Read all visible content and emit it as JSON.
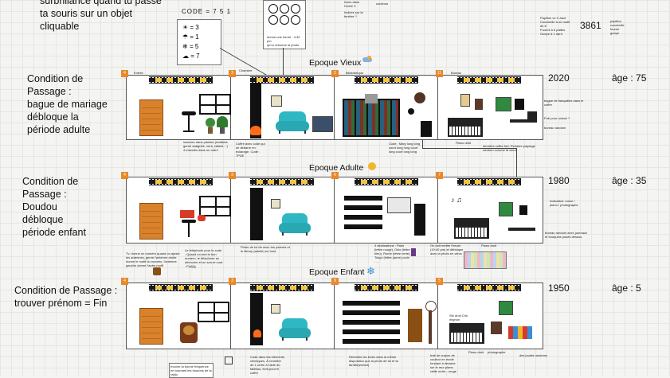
{
  "top_note": {
    "line1": "surbrillance quand tu passe",
    "line2": "ta souris sur un objet",
    "line3": "cliquable"
  },
  "code_note": {
    "title": "CODE = 7 5 1",
    "l1": "= 3",
    "l2": "= 1",
    "l3": "= 5",
    "l4": "= 7"
  },
  "clock_note": {
    "line1": "donne une heure : 4-40 pm",
    "line2": "qd tu retourne la photo"
  },
  "books_note": {
    "l1": "livres dans",
    "l2": "l'ordre 3",
    "l3": "Indices sur la",
    "l4": "fenêtre ?"
  },
  "colors_note": "couleurs",
  "puzzle_note": {
    "l1": "Papillon vs 3 Joué",
    "l2": "Coccinelle à un motif",
    "l3": "de 8",
    "l4": "Fourmi à 6 pattes",
    "l5": "Guepe à 1 dard"
  },
  "code_3861": "3861",
  "side_list": {
    "l1": "papillon",
    "l2": "coccinelle",
    "l3": "fourmi",
    "l4": "guepe"
  },
  "rows": [
    {
      "era": "Epoque Vieux",
      "year": "2020",
      "age": "âge : 75",
      "condition": [
        "Condition de",
        "Passage :",
        "bague de mariage",
        "débloque la",
        "période adulte"
      ],
      "rooms": [
        {
          "num": "4",
          "label": "Entrée"
        },
        {
          "num": "3",
          "label": "Chambre"
        },
        {
          "num": "2",
          "label": "Bibliothèque"
        },
        {
          "num": "11",
          "label": "Bureau"
        }
      ],
      "notes": {
        "n1": "insectes dans plantes (réalistes genre araignée, vers, cafard....) 4 insectes dans un ordre",
        "n2": "Coffre avec code qui se débarre en éclairage, Code : 7PDE",
        "n3": "Code : Mary long long court long long court long court long long",
        "n4": "Piano droit",
        "n5": "dernière coffre fort, Peinture paysage random comme la vieux",
        "n6": "bague de fiançailles dans le coffre",
        "n7": "Pub pour unlock ?",
        "n8": "bureau random"
      }
    },
    {
      "era": "Epoque Adulte",
      "year": "1980",
      "age": "âge : 35",
      "condition": [
        "Condition de",
        "Passage :",
        "Doudou",
        "débloque",
        "période enfant"
      ],
      "rooms": [
        {
          "num": "4",
          "label": ""
        },
        {
          "num": "3",
          "label": ""
        },
        {
          "num": "6",
          "label": ""
        },
        {
          "num": "7",
          "label": ""
        }
      ],
      "notes": {
        "n1": "Tv: donne un numéro quand on ajuste les antennes, genre l'antenne droite donne le motif du numéro, l'antenne gauche donne l'autre motif",
        "n2": "Le téléphone pour le code : Quand on met le bon numéro, le téléphone se décroche et un son en sort : Ρψζβχ",
        "n3": "Photo de toi bb avec tes parents et le library (adulte) en fond",
        "n4": "4 destinations : Paris (lettre rouge), Oslo (lettre bleu), Rome (lettre verte), Tokyo (lettre jaune) code : ...",
        "n5": "On doit mettre l'heure (10:40 pm) et débloque avec la photo en vieux",
        "n6": "Piano droit",
        "n7": "Indication: ronce / piano / photographe",
        "n8": "bureau random avec journaux et bouquins posés dessus"
      }
    },
    {
      "era": "Epoque Enfant",
      "year": "1950",
      "age": "âge : 5",
      "condition": [
        "Condition de Passage :",
        "trouver prénom = Fin"
      ],
      "rooms": [
        {
          "num": "4",
          "label": ""
        },
        {
          "num": "3",
          "label": ""
        },
        {
          "num": "9",
          "label": ""
        },
        {
          "num": "5",
          "label": ""
        }
      ],
      "notes": {
        "n1": "trouver la bonne fréquence en tournant les boutons de la radio",
        "n2": "Code dans les éléments chimiques, À remettre de 1 ordre à l'aide du tableau, écrit pour le coffre",
        "n3": "Remettre les livres dans la même disposition que la photo de toi et ta famille(enfant)",
        "n4": "trait de crayon de couleur en mode fondant à dessiné sur le mur plans rattle ordre : rouge",
        "n5": "Piano droit",
        "n6": "photographe",
        "n7": "Sib droit Cris mignon",
        "n8": "des jouets randoms"
      }
    }
  ]
}
